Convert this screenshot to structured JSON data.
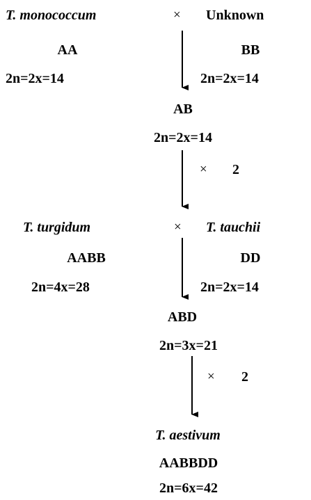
{
  "step1": {
    "parent1": {
      "name": "T. monococcum",
      "genome": "AA",
      "formula": "2n=2x=14"
    },
    "cross": "×",
    "parent2": {
      "name": "Unknown",
      "genome": "BB",
      "formula": "2n=2x=14"
    },
    "hybrid": {
      "genome": "AB",
      "formula": "2n=2x=14"
    },
    "doubling": {
      "symbol": "×",
      "factor": "2"
    }
  },
  "step2": {
    "parent1": {
      "name": "T. turgidum",
      "genome": "AABB",
      "formula": "2n=4x=28"
    },
    "cross": "×",
    "parent2": {
      "name": "T. tauchii",
      "genome": "DD",
      "formula": "2n=2x=14"
    },
    "hybrid": {
      "genome": "ABD",
      "formula": "2n=3x=21"
    },
    "doubling": {
      "symbol": "×",
      "factor": "2"
    }
  },
  "result": {
    "name": "T. aestivum",
    "genome": "AABBDD",
    "formula": "2n=6x=42"
  }
}
